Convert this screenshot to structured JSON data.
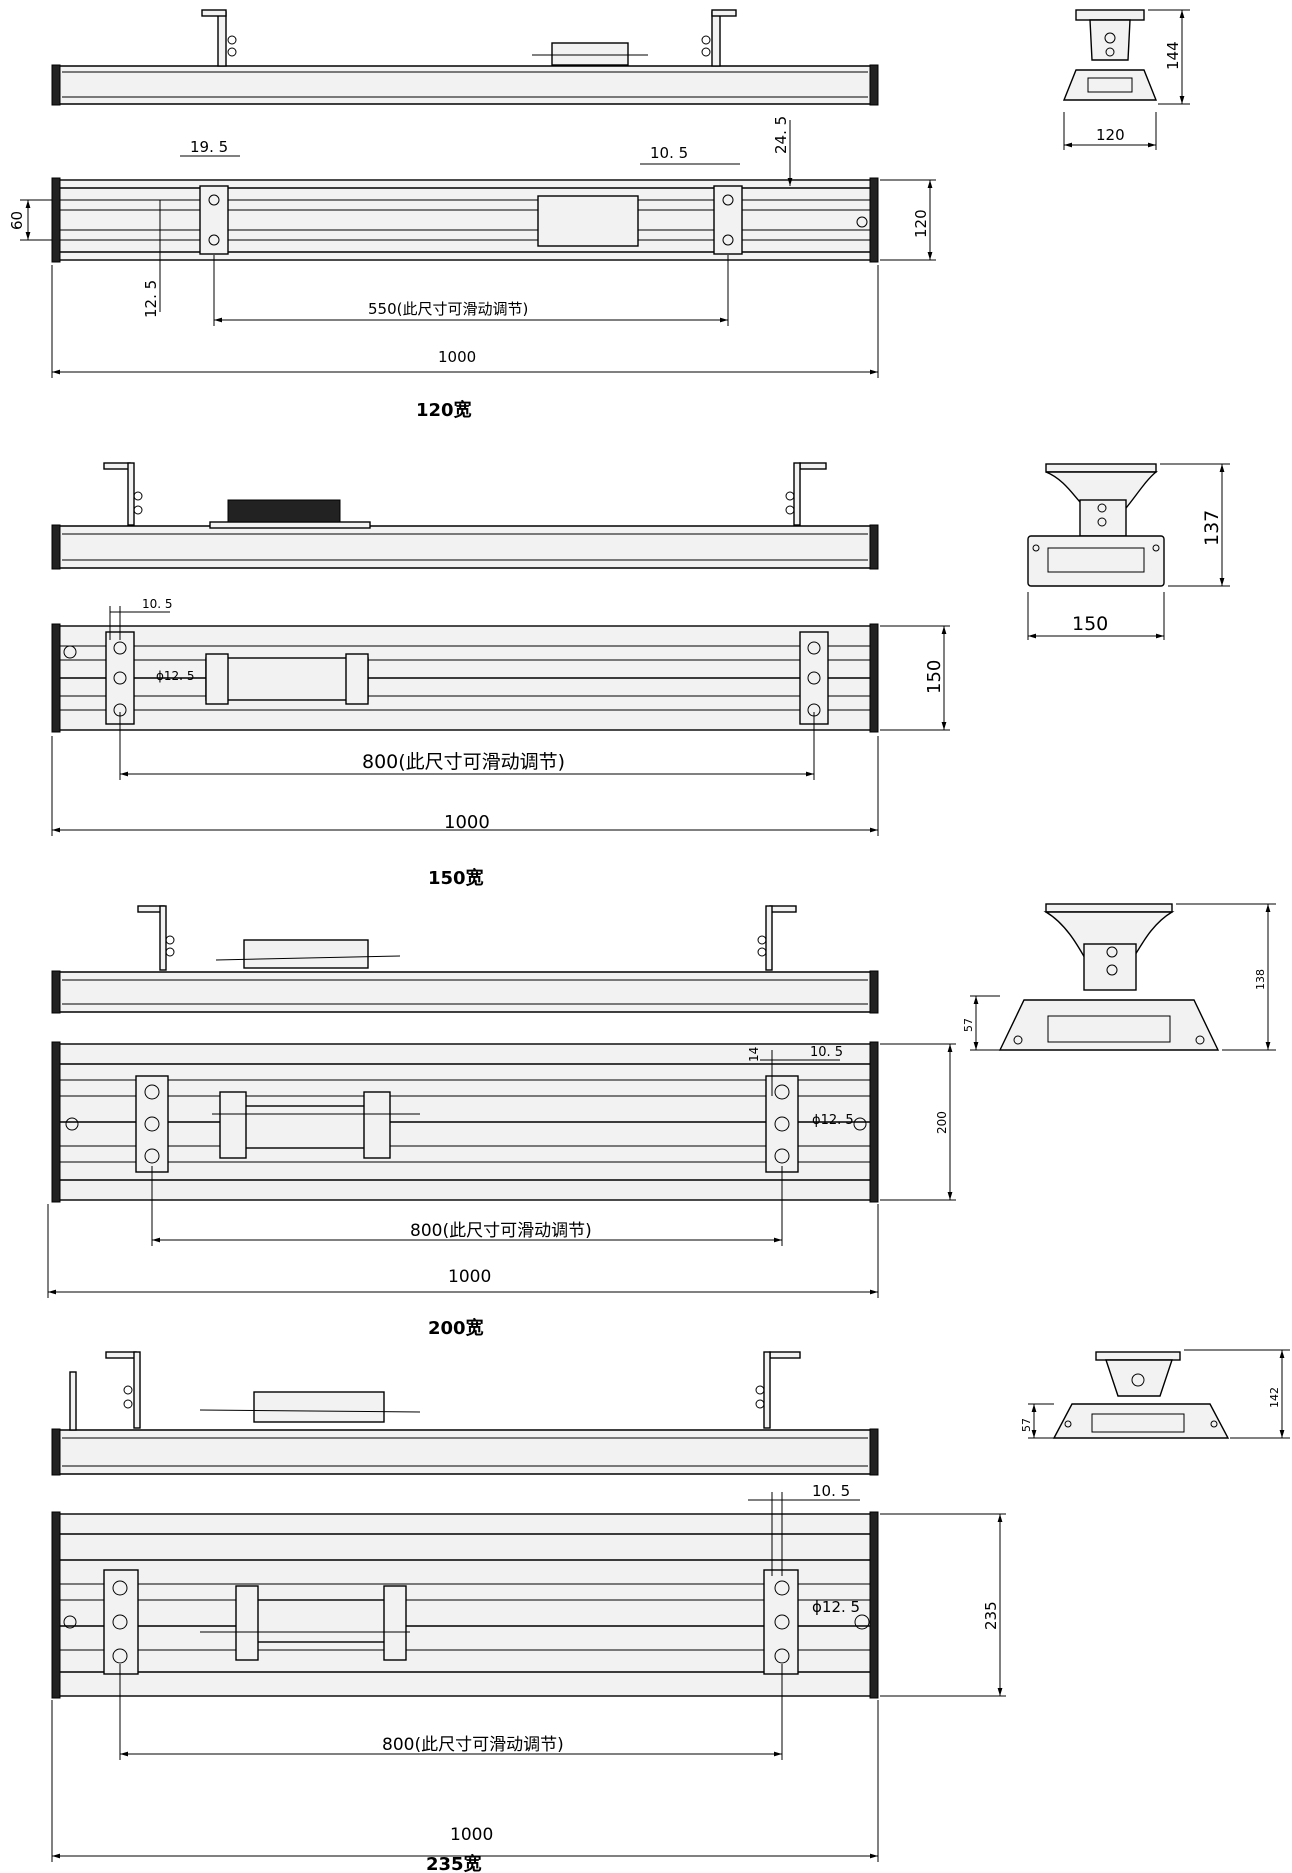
{
  "sections": [
    {
      "caption": "120宽",
      "dims": {
        "overall_length": "1000",
        "slide_spacing": "550(此尺寸可滑动调节)",
        "side_height": "144",
        "side_width": "120",
        "width": "120",
        "height_front": "60",
        "d_19_5": "19. 5",
        "d_10_5": "10. 5",
        "d_24_5": "24. 5",
        "d_12_5": "12. 5"
      }
    },
    {
      "caption": "150宽",
      "dims": {
        "overall_length": "1000",
        "slide_spacing": "800(此尺寸可滑动调节)",
        "side_height": "137",
        "side_width": "150",
        "width": "150",
        "d_10_5": "10. 5",
        "phi": "ϕ12. 5"
      }
    },
    {
      "caption": "200宽",
      "dims": {
        "overall_length": "1000",
        "slide_spacing": "800(此尺寸可滑动调节)",
        "side_height": "138",
        "side_57": "57",
        "width": "200",
        "d_14": "14",
        "d_10_5": "10. 5",
        "phi": "ϕ12. 5"
      }
    },
    {
      "caption": "235宽",
      "dims": {
        "overall_length": "1000",
        "slide_spacing": "800(此尺寸可滑动调节)",
        "side_height": "142",
        "side_57": "57",
        "width": "235",
        "d_10_5": "10. 5",
        "phi": "ϕ12. 5"
      }
    }
  ]
}
